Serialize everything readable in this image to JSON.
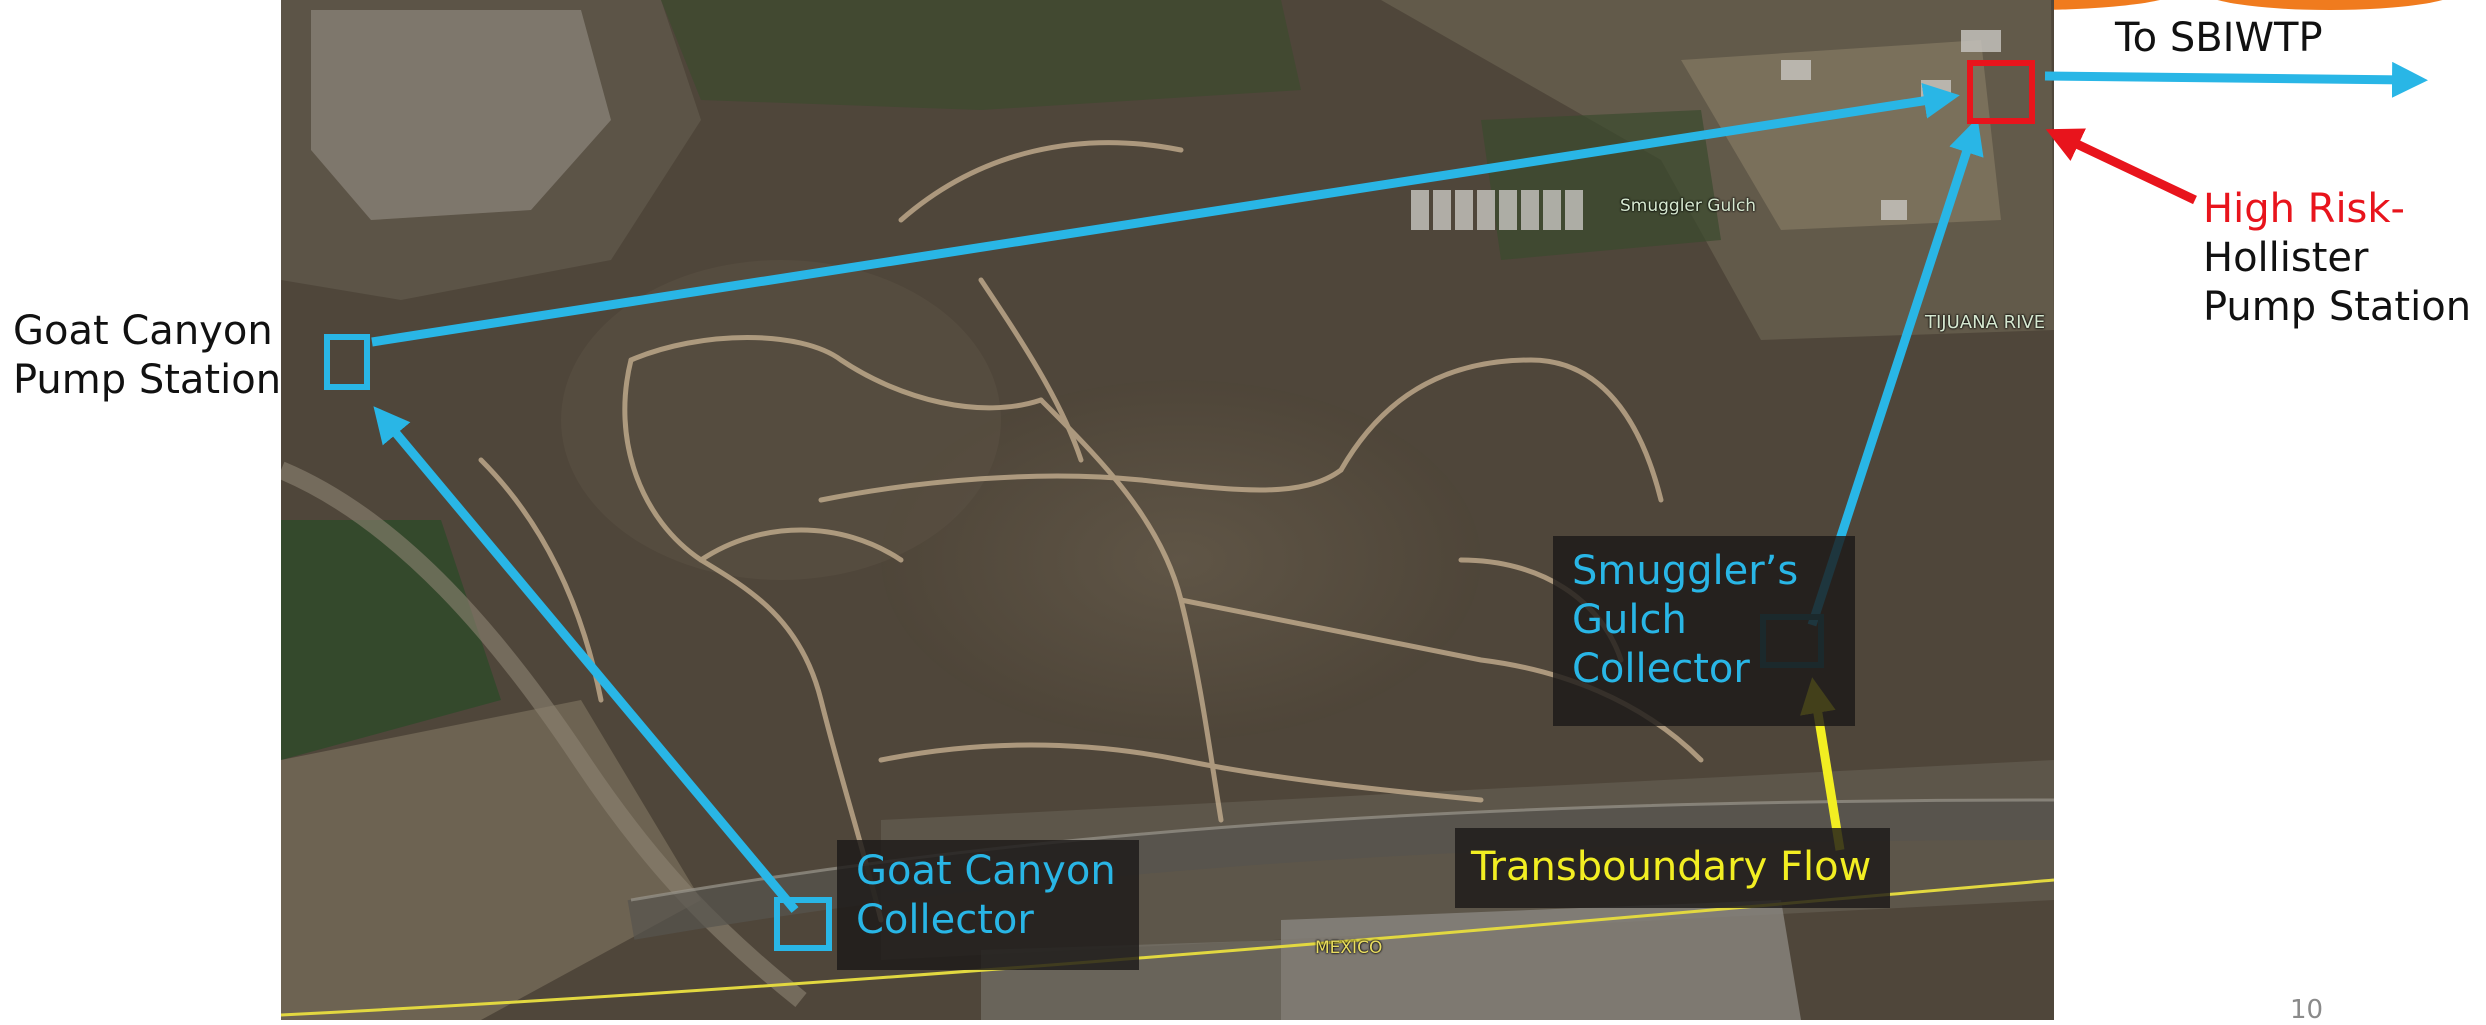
{
  "labels": {
    "to_sbiwtp": "To SBIWTP",
    "high_risk": "High Risk-",
    "hollister_line1": "Hollister",
    "hollister_line2": "Pump Station",
    "goat_pump_line1": "Goat Canyon",
    "goat_pump_line2": "Pump Station",
    "smugglers_line1": "Smuggler’s",
    "smugglers_line2": "Gulch",
    "smugglers_line3": "Collector",
    "goat_collector_line1": "Goat Canyon",
    "goat_collector_line2": "Collector",
    "transboundary": "Transboundary Flow"
  },
  "map_labels": {
    "smuggler_gulch": "Smuggler Gulch",
    "tijuana_river": "TIJUANA RIVE",
    "mexico": "MEXICO"
  },
  "slide_number": "10",
  "colors": {
    "flow_arrow": "#29b6e6",
    "high_risk": "#e8141c",
    "transboundary": "#f2ee22",
    "border_line": "#e2d840"
  }
}
